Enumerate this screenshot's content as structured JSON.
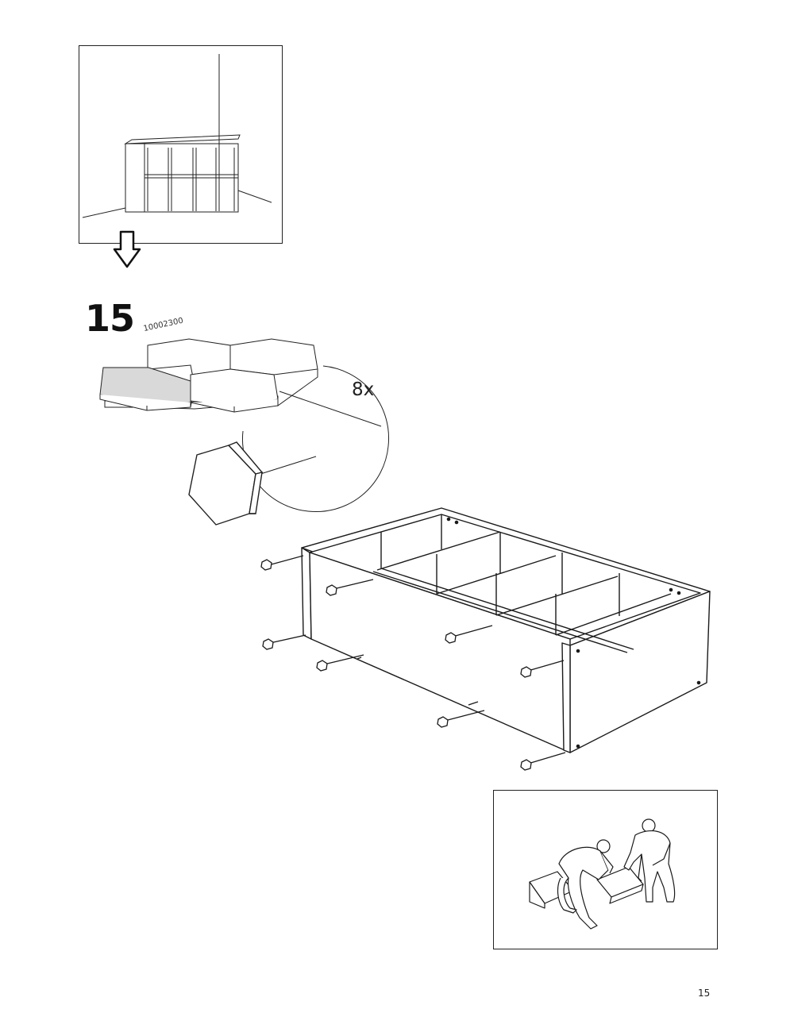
{
  "step": {
    "number": "15",
    "part_number": "10002300",
    "quantity": "8x"
  },
  "page": {
    "number": "15"
  },
  "icons": {
    "shelf_preview": "shelf-unit-in-room-illustration",
    "direction": "down-arrow-icon",
    "part": "hexagon-plug-part-icon",
    "magnifier": "detail-callout-circle",
    "frame": "shelf-frame-lying-down-illustration",
    "tip": "two-people-lifting-illustration"
  }
}
